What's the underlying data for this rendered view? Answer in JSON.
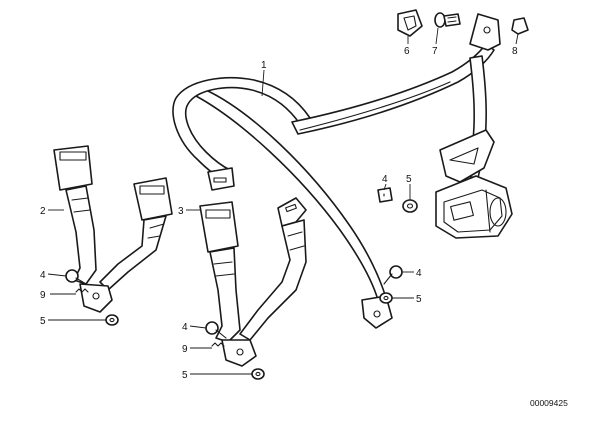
{
  "callouts": {
    "c1": "1",
    "c2": "2",
    "c3": "3",
    "c4": "4",
    "c5": "5",
    "c6": "6",
    "c7": "7",
    "c8": "8",
    "c9": "9"
  },
  "reference_number": "00009425",
  "icons": [
    "belt-strap",
    "buckle",
    "retractor",
    "bolt",
    "washer",
    "spacer",
    "guide-loop"
  ]
}
